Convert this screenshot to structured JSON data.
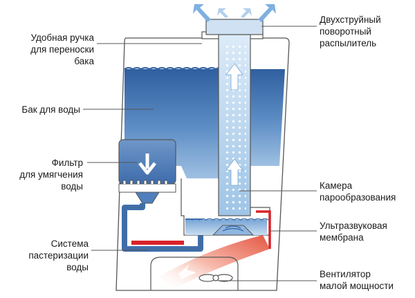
{
  "labels": {
    "handle": [
      "Удобная ручка",
      "для переноски",
      "бака"
    ],
    "tank": [
      "Бак для воды"
    ],
    "filter": [
      "Фильтр",
      "для умягчения",
      "воды"
    ],
    "pasteurization": [
      "Система",
      "пастеризации",
      "воды"
    ],
    "sprayer": [
      "Двухструйный",
      "поворотный",
      "распылитель"
    ],
    "chamber": [
      "Камера",
      "парообразования"
    ],
    "membrane": [
      "Ультразвуковая",
      "мембрана"
    ],
    "fan": [
      "Вентилятор",
      "малой мощности"
    ]
  },
  "colors": {
    "water_dark": "#3f6fae",
    "water_light": "#b9d3ec",
    "outline": "#4d4d4d",
    "heater": "#d8232a",
    "warm_air": "#e8553f",
    "mist": "#a9cbeb"
  }
}
